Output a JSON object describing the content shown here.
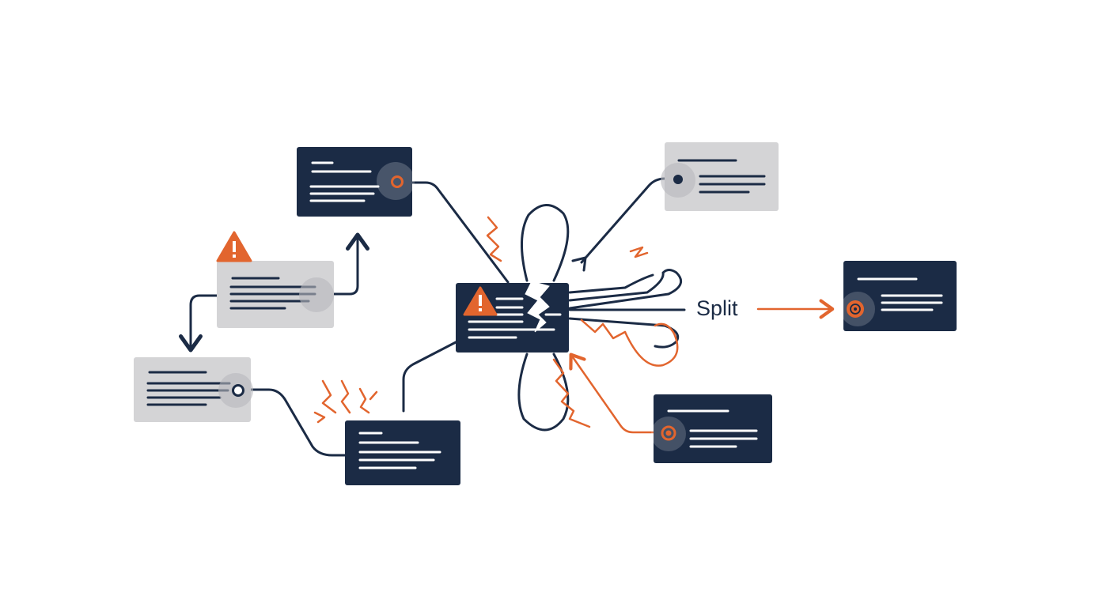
{
  "diagram": {
    "split_label": "Split",
    "colors": {
      "navy": "#1b2b45",
      "gray_card": "#d4d4d6",
      "accent_orange": "#e2652e",
      "white": "#ffffff"
    },
    "icons": {
      "warning": "warning-icon",
      "broken": "crack-icon",
      "spark": "lightning-icon",
      "port": "connector-port-icon",
      "target": "target-icon"
    },
    "nodes": [
      {
        "id": "node-top-left",
        "style": "dark",
        "port": "orange-ring"
      },
      {
        "id": "node-left-warning",
        "style": "light",
        "port": "none",
        "badge": "warning"
      },
      {
        "id": "node-far-left",
        "style": "light",
        "port": "navy-ring"
      },
      {
        "id": "node-bottom-center",
        "style": "dark",
        "port": "none"
      },
      {
        "id": "node-central",
        "style": "dark",
        "badge": "warning",
        "state": "broken"
      },
      {
        "id": "node-top-right",
        "style": "light",
        "port": "navy-dot"
      },
      {
        "id": "node-bottom-right",
        "style": "dark",
        "port": "orange-dot"
      },
      {
        "id": "node-split-result",
        "style": "dark",
        "port": "orange-target"
      }
    ]
  }
}
